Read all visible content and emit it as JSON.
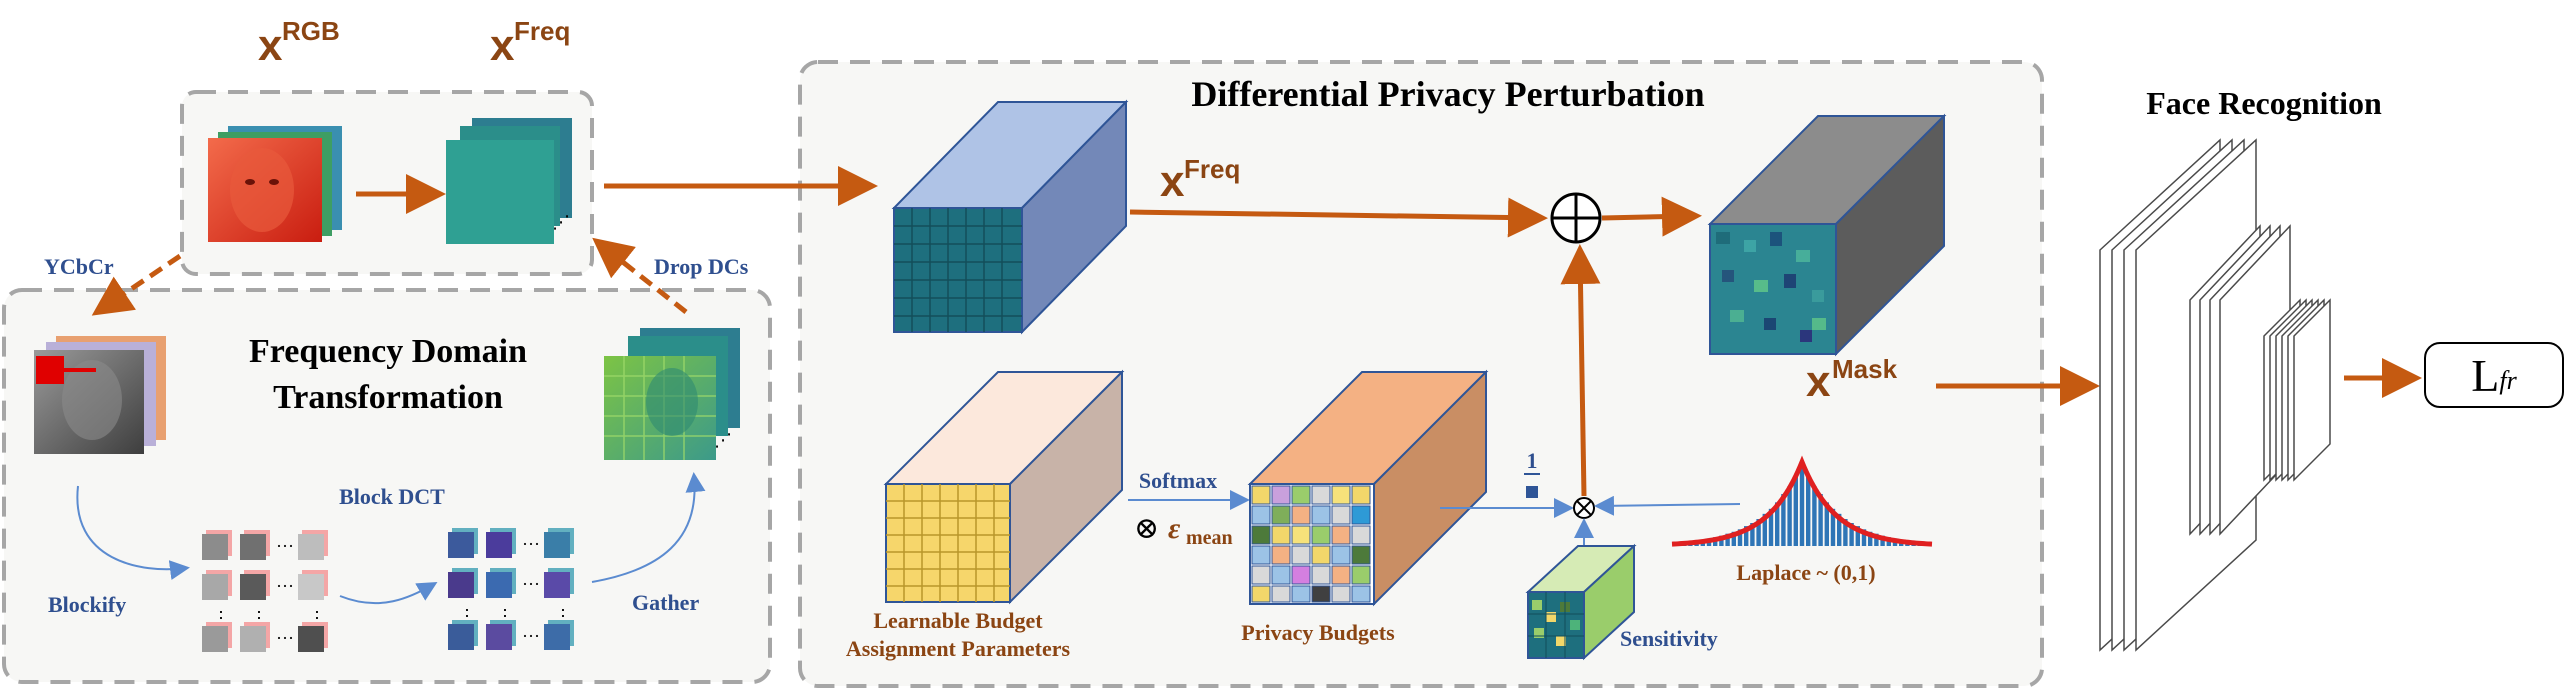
{
  "top_inputs": {
    "x_rgb_base": "x",
    "x_rgb_sup": "RGB",
    "x_freq_base": "x",
    "x_freq_sup": "Freq"
  },
  "fdt": {
    "title_line1": "Frequency Domain",
    "title_line2": "Transformation",
    "ycbcr": "YCbCr",
    "drop_dcs": "Drop DCs",
    "block_dct": "Block DCT",
    "blockify": "Blockify",
    "gather": "Gather"
  },
  "dpp": {
    "title": "Differential Privacy Perturbation",
    "x_freq_base": "x",
    "x_freq_sup": "Freq",
    "x_mask_base": "x",
    "x_mask_sup": "Mask",
    "softmax": "Softmax",
    "otimes": "⊗",
    "eps": "ε",
    "eps_sub": "mean",
    "one_over": "1",
    "learnable_line1": "Learnable Budget",
    "learnable_line2": "Assignment Parameters",
    "privacy_budgets": "Privacy Budgets",
    "sensitivity": "Sensitivity",
    "laplace": "Laplace ~ (0,1)"
  },
  "face_recognition": {
    "title": "Face Recognition"
  },
  "loss": {
    "base": "L",
    "sub": "fr"
  },
  "colors": {
    "orange_arrow": "#C55A11",
    "blue_arrow": "#5B8BD0",
    "dashed_border": "#A6A6A6",
    "cube_blue": "#9DB3DC",
    "cube_teal": "#1F7A8C",
    "cube_yellow": "#F2D76A",
    "cube_peach": "#F4B183",
    "laplace_red": "#E02020",
    "laplace_bar": "#2E75B6"
  }
}
